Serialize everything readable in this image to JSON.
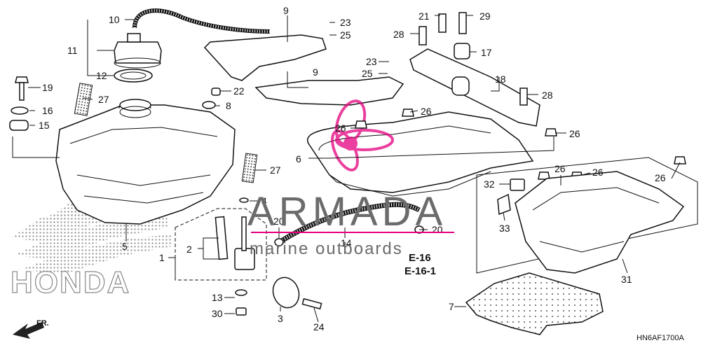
{
  "watermark": {
    "brand": "ARMADA",
    "tagline": "marine outboards",
    "logo_color": "#e3007e"
  },
  "honda_logo": "HONDA",
  "direction_label": "FR.",
  "drawing_code": "HN6AF1700A",
  "references": [
    "E-16",
    "E-16-1"
  ],
  "callouts": [
    {
      "id": "c10",
      "text": "10"
    },
    {
      "id": "c11",
      "text": "11"
    },
    {
      "id": "c12",
      "text": "12"
    },
    {
      "id": "c19",
      "text": "19"
    },
    {
      "id": "c16",
      "text": "16"
    },
    {
      "id": "c15",
      "text": "15"
    },
    {
      "id": "c27a",
      "text": "27"
    },
    {
      "id": "c22",
      "text": "22"
    },
    {
      "id": "c8",
      "text": "8"
    },
    {
      "id": "c9a",
      "text": "9"
    },
    {
      "id": "c23a",
      "text": "23"
    },
    {
      "id": "c25a",
      "text": "25"
    },
    {
      "id": "c9b",
      "text": "9"
    },
    {
      "id": "c23b",
      "text": "23"
    },
    {
      "id": "c25b",
      "text": "25"
    },
    {
      "id": "c21",
      "text": "21"
    },
    {
      "id": "c29",
      "text": "29"
    },
    {
      "id": "c28a",
      "text": "28"
    },
    {
      "id": "c17",
      "text": "17"
    },
    {
      "id": "c18",
      "text": "18"
    },
    {
      "id": "c28b",
      "text": "28"
    },
    {
      "id": "c26a",
      "text": "26"
    },
    {
      "id": "c26b",
      "text": "26"
    },
    {
      "id": "c26c",
      "text": "26"
    },
    {
      "id": "c6",
      "text": "6"
    },
    {
      "id": "c27b",
      "text": "27"
    },
    {
      "id": "c4",
      "text": "4"
    },
    {
      "id": "c5",
      "text": "5"
    },
    {
      "id": "c1",
      "text": "1"
    },
    {
      "id": "c2",
      "text": "2"
    },
    {
      "id": "c20a",
      "text": "20"
    },
    {
      "id": "c14",
      "text": "14"
    },
    {
      "id": "c20b",
      "text": "20"
    },
    {
      "id": "c13",
      "text": "13"
    },
    {
      "id": "c30",
      "text": "30"
    },
    {
      "id": "c3",
      "text": "3"
    },
    {
      "id": "c24",
      "text": "24"
    },
    {
      "id": "c32",
      "text": "32"
    },
    {
      "id": "c26d",
      "text": "26"
    },
    {
      "id": "c26e",
      "text": "26"
    },
    {
      "id": "c26f",
      "text": "26"
    },
    {
      "id": "c33",
      "text": "33"
    },
    {
      "id": "c31",
      "text": "31"
    },
    {
      "id": "c7",
      "text": "7"
    }
  ]
}
